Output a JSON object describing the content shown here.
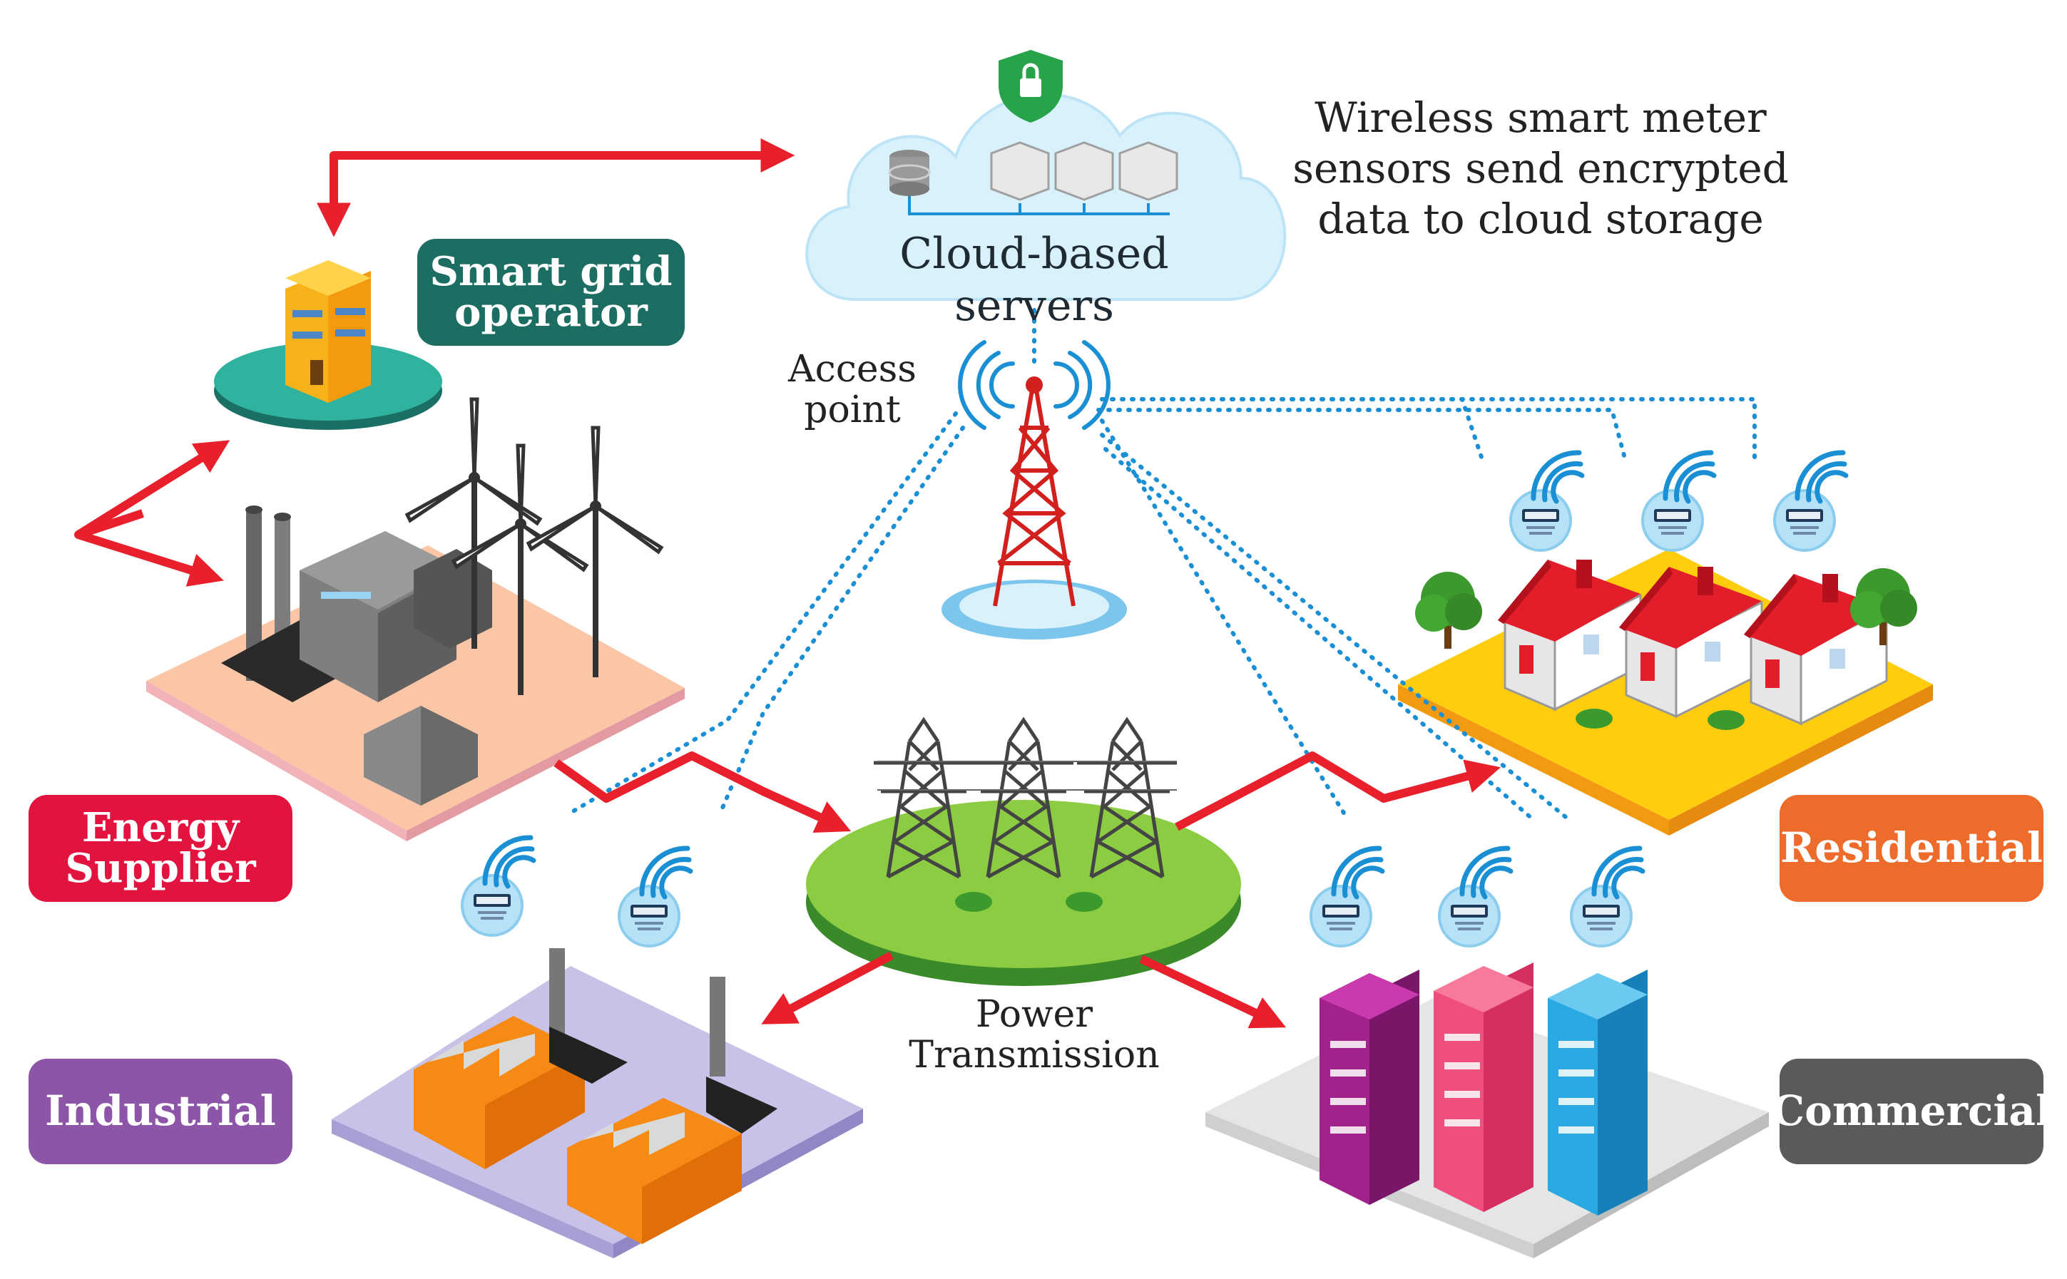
{
  "cloud": {
    "label": "Cloud-based servers",
    "lock_icon": "lock-shield-icon"
  },
  "annotation": {
    "line1": "Wireless smart meter",
    "line2": "sensors send encrypted",
    "line3": "data to cloud storage"
  },
  "access_point": {
    "line1": "Access",
    "line2": "point"
  },
  "power_transmission": {
    "line1": "Power",
    "line2": "Transmission"
  },
  "labels": {
    "operator": {
      "line1": "Smart grid",
      "line2": "operator",
      "color": "#1c6e63"
    },
    "supplier": {
      "line1": "Energy",
      "line2": "Supplier",
      "color": "#e2133e"
    },
    "industrial": {
      "text": "Industrial",
      "color": "#8c55a8"
    },
    "residential": {
      "text": "Residential",
      "color": "#ee6c2b"
    },
    "commercial": {
      "text": "Commercial",
      "color": "#5a5a5a"
    }
  },
  "colors": {
    "energy_flow": "#e8202c",
    "wireless_link": "#1a8fd4",
    "meter": "#b6e2f8",
    "grass": "#7ac943"
  },
  "icons": [
    "lock-shield-icon",
    "database-icon",
    "server-icon",
    "radio-tower-icon",
    "wind-turbine-icon",
    "factory-icon",
    "smart-meter-icon",
    "wifi-icon",
    "house-icon",
    "tree-icon",
    "office-building-icon",
    "power-pylon-icon"
  ]
}
